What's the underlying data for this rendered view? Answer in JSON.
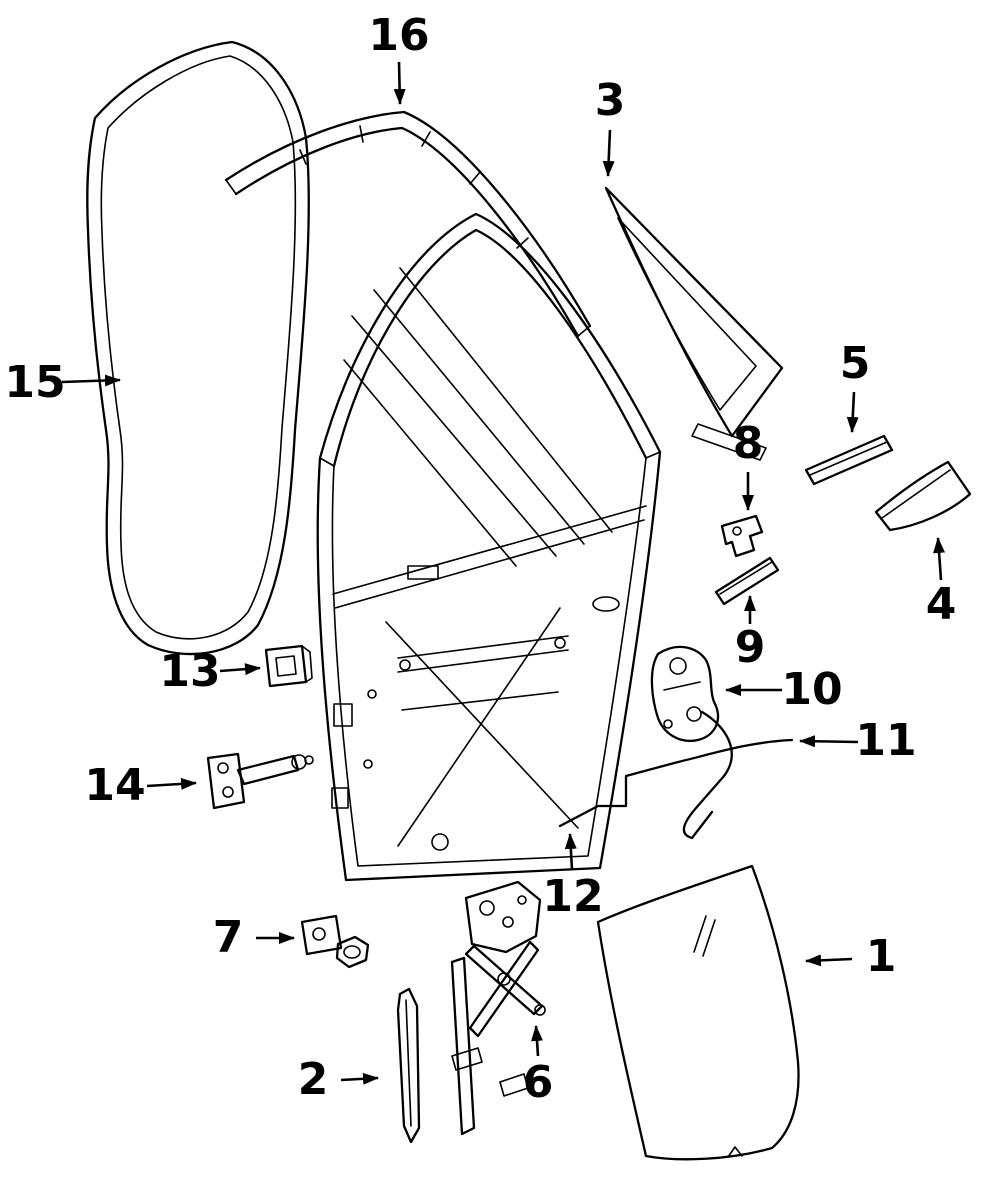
{
  "diagram": {
    "background_color": "#ffffff",
    "line_color": "#000000",
    "callouts": [
      {
        "label": "1"
      },
      {
        "label": "2"
      },
      {
        "label": "3"
      },
      {
        "label": "4"
      },
      {
        "label": "5"
      },
      {
        "label": "6"
      },
      {
        "label": "7"
      },
      {
        "label": "8"
      },
      {
        "label": "9"
      },
      {
        "label": "10"
      },
      {
        "label": "11"
      },
      {
        "label": "12"
      },
      {
        "label": "13"
      },
      {
        "label": "14"
      },
      {
        "label": "15"
      },
      {
        "label": "16"
      }
    ]
  }
}
